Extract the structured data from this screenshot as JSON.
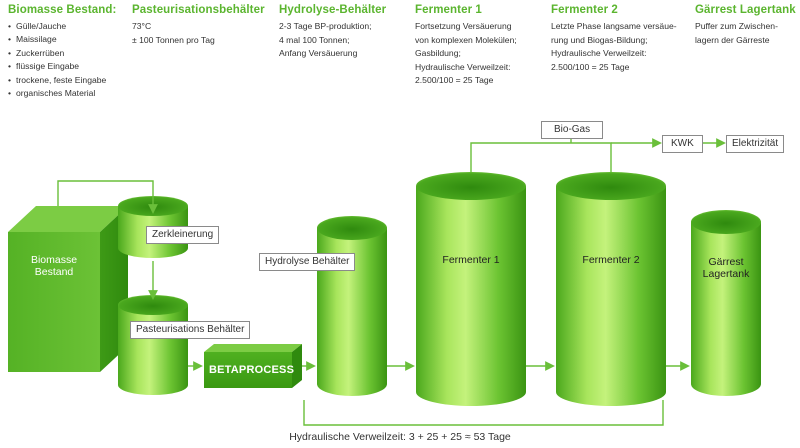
{
  "columns": [
    {
      "title": "Biomasse Bestand:",
      "items": [
        "Gülle/Jauche",
        "Maissilage",
        "Zuckerrüben",
        "flüssige Eingabe",
        "trockene, feste Eingabe",
        "organisches Material"
      ]
    },
    {
      "title": "Pasteurisationsbehälter",
      "lines": [
        "73°C",
        "± 100 Tonnen pro Tag"
      ]
    },
    {
      "title": "Hydrolyse-Behälter",
      "lines": [
        "2-3 Tage BP-produktion;",
        "4 mal 100 Tonnen;",
        "Anfang Versäuerung"
      ]
    },
    {
      "title": "Fermenter 1",
      "lines": [
        "Fortsetzung Versäuerung",
        "von komplexen Molekülen;",
        "Gasbildung;",
        "Hydraulische Verweilzeit:",
        "2.500/100 = 25 Tage"
      ]
    },
    {
      "title": "Fermenter 2",
      "lines": [
        "Letzte Phase langsame versäue-",
        "rung und Biogas-Bildung;",
        "Hydraulische Verweilzeit:",
        "2.500/100 = 25 Tage"
      ]
    },
    {
      "title": "Gärrest Lagertank",
      "lines": [
        "Puffer zum Zwischen-",
        "lagern der Gärreste"
      ]
    }
  ],
  "diagram": {
    "biomasse_label": [
      "Biomasse",
      "Bestand"
    ],
    "zerkleinerung": "Zerkleinerung",
    "pasteurisation": "Pasteurisations Behälter",
    "betaprocess": "BETAPROCESS",
    "hydrolyse": "Hydrolyse Behälter",
    "fermenter1": "Fermenter 1",
    "fermenter2": "Fermenter 2",
    "gaerrest": [
      "Gärrest",
      "Lagertank"
    ],
    "biogas": "Bio-Gas",
    "kwk": "KWK",
    "elektrizitaet": "Elektrizität",
    "verweilzeit": "Hydraulische Verweilzeit: 3 + 25 + 25 ≈ 53 Tage"
  },
  "colors": {
    "accent_green": "#5bb52f",
    "tank_light": "#b6ec6c",
    "tank_dark": "#3c9a14",
    "arrow": "#6abf3a"
  }
}
